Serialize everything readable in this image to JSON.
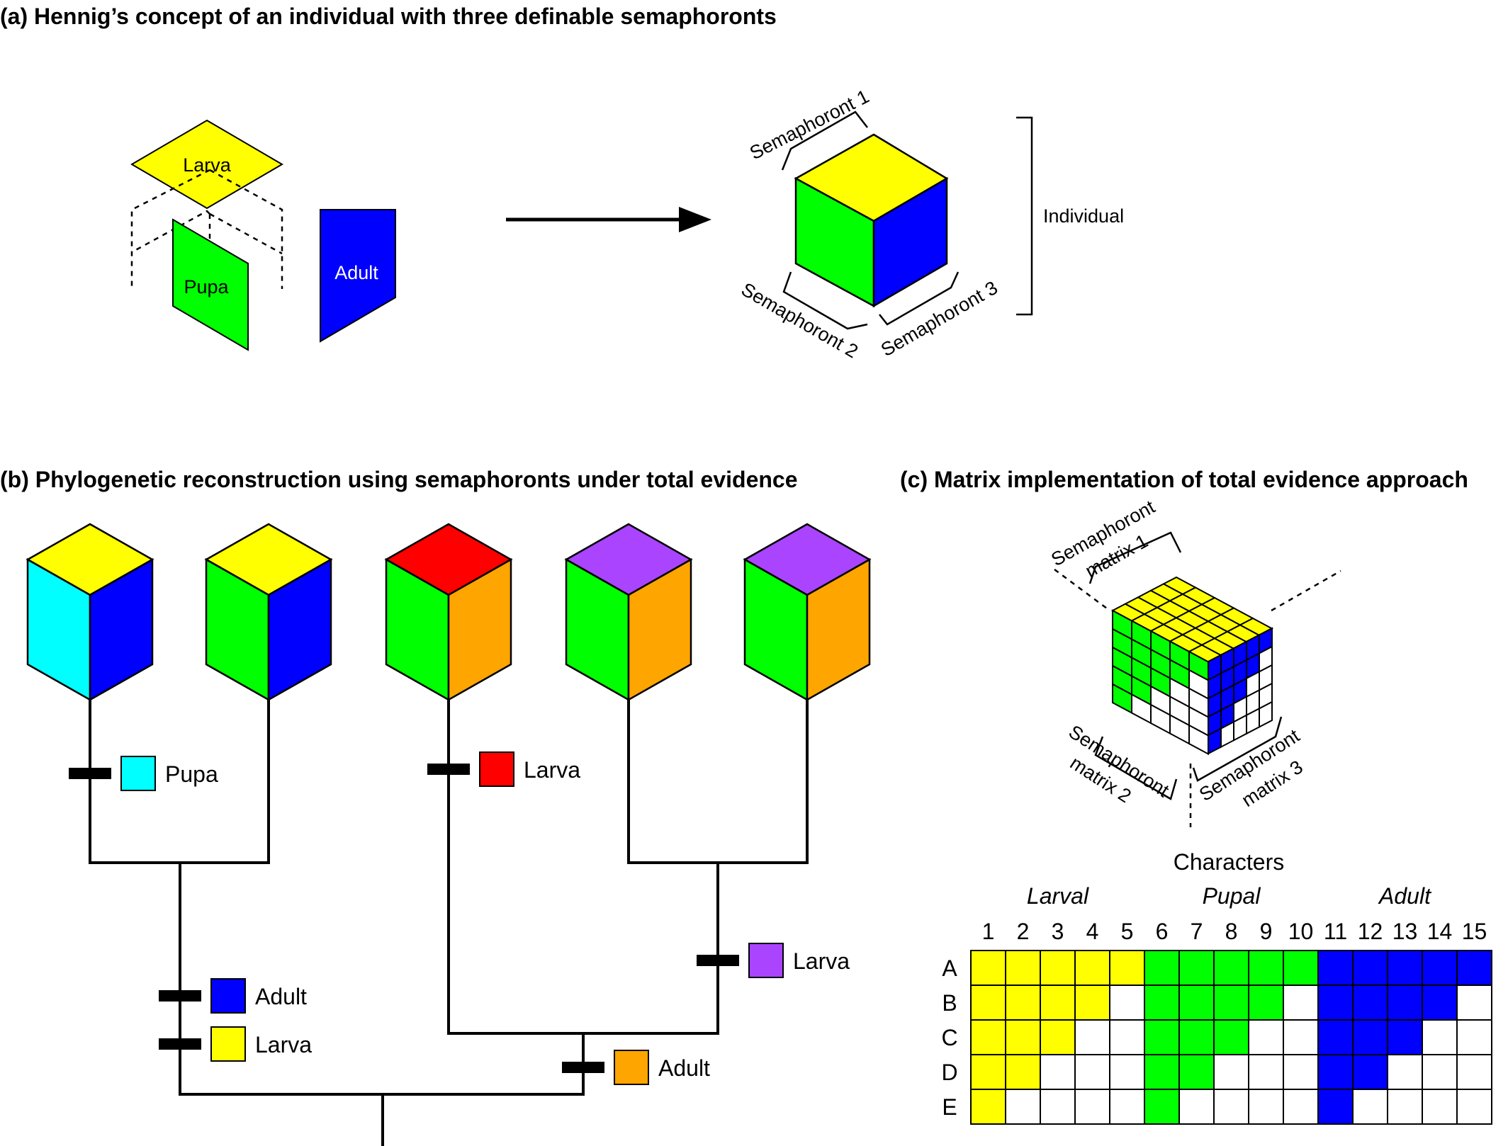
{
  "colors": {
    "yellow": "#ffff00",
    "green": "#00ff00",
    "blue": "#0000ff",
    "cyan": "#00ffff",
    "red": "#ff0000",
    "orange": "#ffa500",
    "purple": "#aa44ff",
    "white": "#ffffff",
    "black": "#000000"
  },
  "panel_a": {
    "title": "(a)  Hennig’s concept of an individual with three definable semaphoronts",
    "larva": "Larva",
    "pupa": "Pupa",
    "adult": "Adult",
    "semaphoront_1": "Semaphoront 1",
    "semaphoront_2": "Semaphoront 2",
    "semaphoront_3": "Semaphoront 3",
    "individual": "Individual"
  },
  "panel_b": {
    "title": "(b)  Phylogenetic reconstruction using semaphoronts under total evidence",
    "cubes": [
      {
        "top": "yellow",
        "left": "cyan",
        "right": "blue"
      },
      {
        "top": "yellow",
        "left": "green",
        "right": "blue"
      },
      {
        "top": "red",
        "left": "green",
        "right": "orange"
      },
      {
        "top": "purple",
        "left": "green",
        "right": "orange"
      },
      {
        "top": "purple",
        "left": "green",
        "right": "orange"
      }
    ],
    "changes": [
      {
        "label": "Pupa",
        "color": "cyan"
      },
      {
        "label": "Larva",
        "color": "red"
      },
      {
        "label": "Larva",
        "color": "purple"
      },
      {
        "label": "Adult",
        "color": "blue"
      },
      {
        "label": "Larva",
        "color": "yellow"
      },
      {
        "label": "Adult",
        "color": "orange"
      }
    ]
  },
  "panel_c": {
    "title": "(c)  Matrix implementation of total evidence approach",
    "matrix_1_line1": "Semaphoront",
    "matrix_1_line2": "matrix 1",
    "matrix_2_line1": "Semaphoront",
    "matrix_2_line2": "matrix 2",
    "matrix_3_line1": "Semaphoront",
    "matrix_3_line2": "matrix 3",
    "characters": "Characters",
    "groups": [
      "Larval",
      "Pupal",
      "Adult"
    ],
    "columns": [
      "1",
      "2",
      "3",
      "4",
      "5",
      "6",
      "7",
      "8",
      "9",
      "10",
      "11",
      "12",
      "13",
      "14",
      "15"
    ],
    "rows": [
      "A",
      "B",
      "C",
      "D",
      "E"
    ],
    "matrix": [
      [
        "Y",
        "Y",
        "Y",
        "Y",
        "Y",
        "G",
        "G",
        "G",
        "G",
        "G",
        "B",
        "B",
        "B",
        "B",
        "B"
      ],
      [
        "Y",
        "Y",
        "Y",
        "Y",
        "W",
        "G",
        "G",
        "G",
        "G",
        "W",
        "B",
        "B",
        "B",
        "B",
        "W"
      ],
      [
        "Y",
        "Y",
        "Y",
        "W",
        "W",
        "G",
        "G",
        "G",
        "W",
        "W",
        "B",
        "B",
        "B",
        "W",
        "W"
      ],
      [
        "Y",
        "Y",
        "W",
        "W",
        "W",
        "G",
        "G",
        "W",
        "W",
        "W",
        "B",
        "B",
        "W",
        "W",
        "W"
      ],
      [
        "Y",
        "W",
        "W",
        "W",
        "W",
        "G",
        "W",
        "W",
        "W",
        "W",
        "B",
        "W",
        "W",
        "W",
        "W"
      ]
    ]
  }
}
